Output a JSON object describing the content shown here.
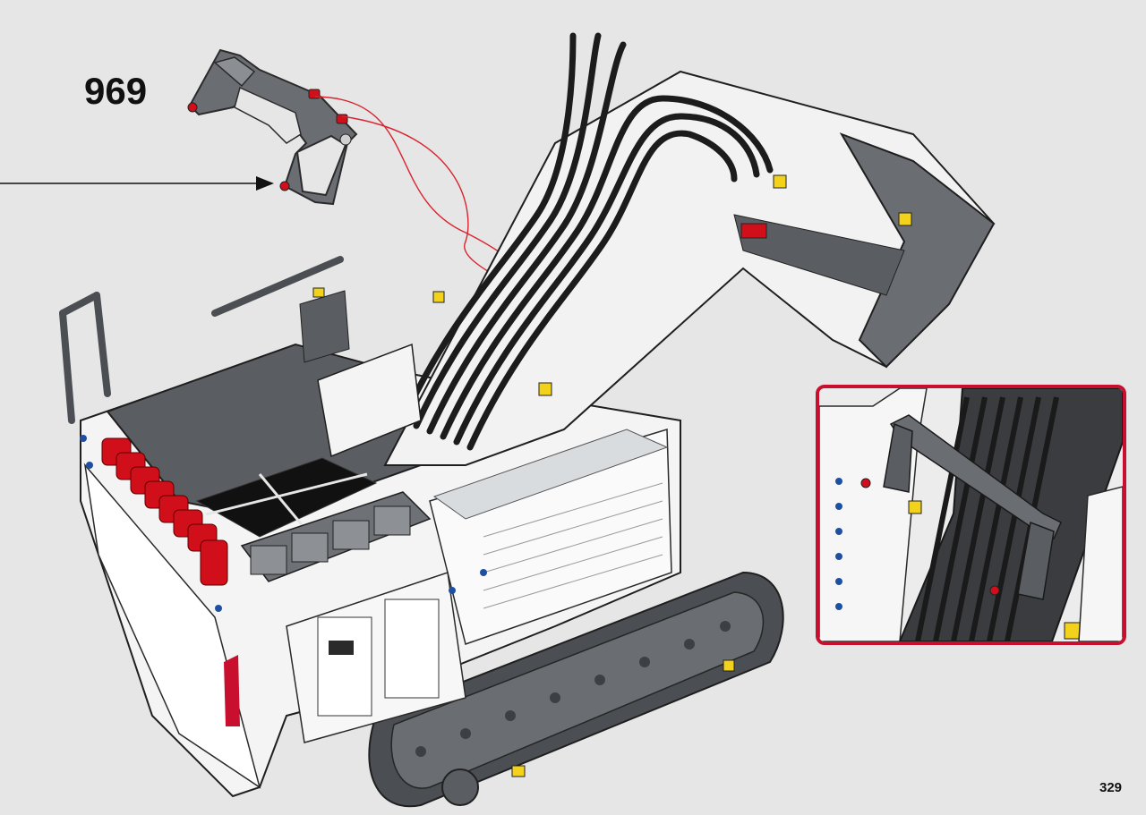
{
  "step": {
    "number": "969"
  },
  "page": {
    "number": "329"
  },
  "colors": {
    "background": "#e6e6e6",
    "callout_border": "#c8102e",
    "brick_white": "#f4f4f4",
    "brick_dark_gray": "#5a5d61",
    "brick_black": "#2a2a2a",
    "brick_red": "#d10f1b",
    "brick_blue": "#1f4fa0",
    "brick_yellow": "#f2d21b",
    "hose_red": "#d9232f"
  },
  "icons": {
    "pointer": "arrow-right-icon",
    "callout": "detail-zoom-callout"
  }
}
